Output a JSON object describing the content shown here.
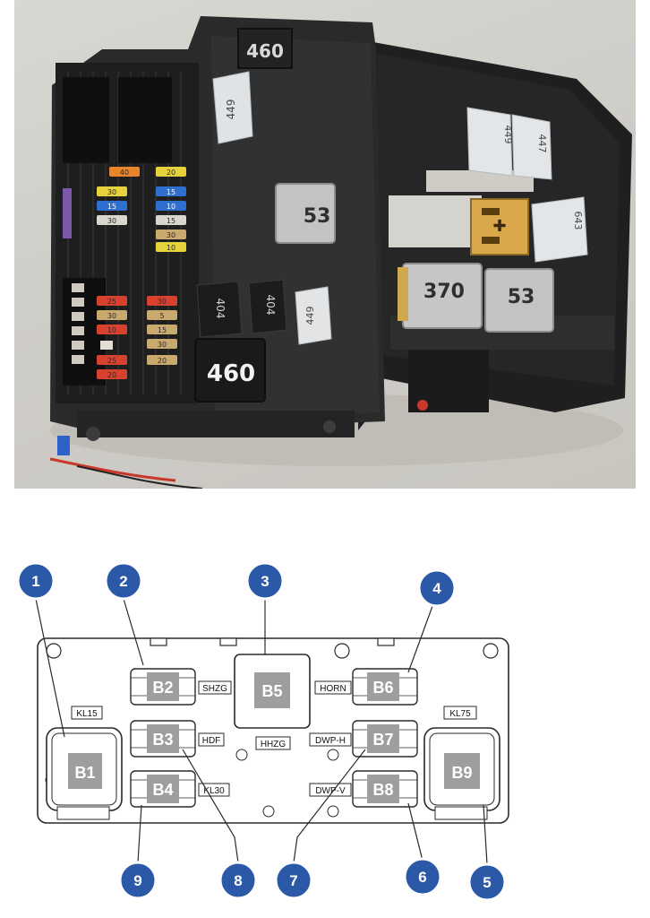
{
  "photo": {
    "relays": [
      {
        "id": "r460_top",
        "label": "460"
      },
      {
        "id": "r53_mid",
        "label": "53"
      },
      {
        "id": "r370",
        "label": "370"
      },
      {
        "id": "r53_right",
        "label": "53"
      },
      {
        "id": "r460_bottom",
        "label": "460"
      },
      {
        "id": "r404_a",
        "label": "404"
      },
      {
        "id": "r404_b",
        "label": "404"
      },
      {
        "id": "r449",
        "label": "449"
      },
      {
        "id": "r449_top",
        "label": "449"
      },
      {
        "id": "r449_tr1",
        "label": "449"
      },
      {
        "id": "r447",
        "label": "447"
      },
      {
        "id": "r643",
        "label": "643"
      }
    ],
    "fuse_values": [
      "40",
      "20",
      "30",
      "15",
      "15",
      "10",
      "30",
      "15",
      "30",
      "10",
      "25",
      "30",
      "30",
      "5",
      "10",
      "15",
      "30",
      "25",
      "20",
      "20"
    ],
    "fuse_colors": {
      "orange": "#e8842c",
      "yellow": "#e6d23a",
      "blue": "#2f6fd0",
      "red": "#d8412e",
      "green": "#3aa65a",
      "tan": "#c9a96e",
      "clear": "#d9d6cf",
      "gold_relay": "#d8a84a"
    }
  },
  "diagram": {
    "callouts": [
      "1",
      "2",
      "3",
      "4",
      "5",
      "6",
      "7",
      "8",
      "9"
    ],
    "slots": {
      "b1": "B1",
      "b2": "B2",
      "b3": "B3",
      "b4": "B4",
      "b5": "B5",
      "b6": "B6",
      "b7": "B7",
      "b8": "B8",
      "b9": "B9"
    },
    "tags": {
      "kl15": "KL15",
      "kl75": "KL75",
      "shzg": "SHZG",
      "hdf": "HDF",
      "kl30": "KL30",
      "hhzg": "HHZG",
      "horn": "HORN",
      "dwph": "DWP-H",
      "dwpv": "DWP-V"
    },
    "colors": {
      "callout_fill": "#2b59a8",
      "callout_ring": "#ffffff",
      "slot_fill": "#9e9e9e",
      "outline": "#2a2a2a"
    }
  }
}
